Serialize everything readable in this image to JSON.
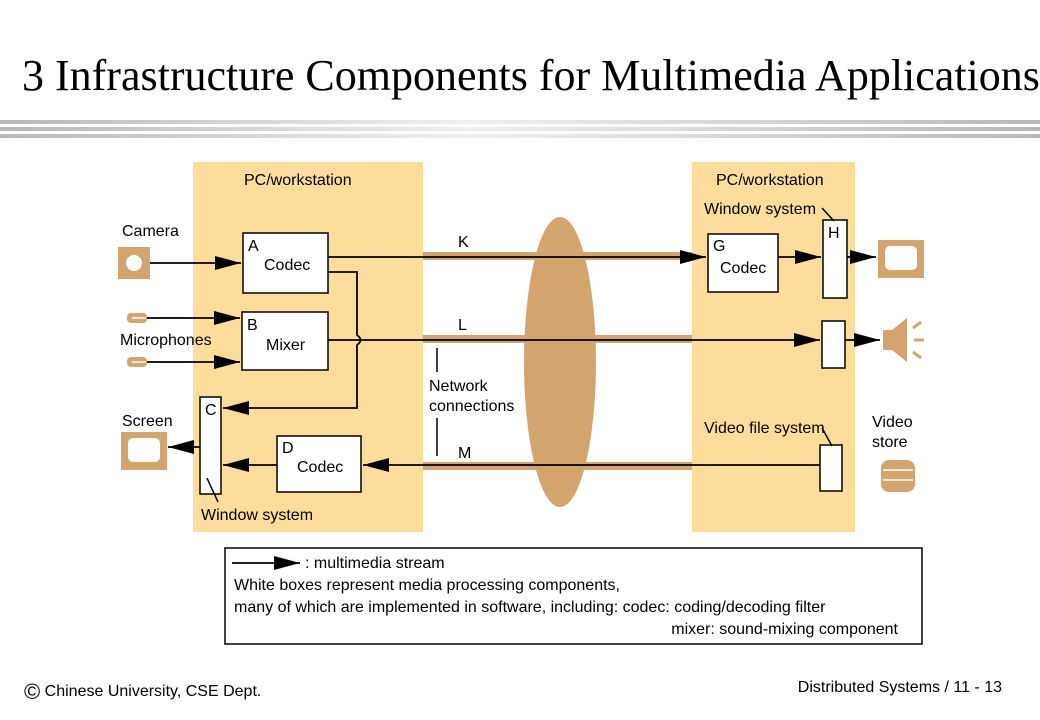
{
  "title": "3  Infrastructure Components for Multimedia Applications",
  "colors": {
    "panel": "#fddc9c",
    "connection": "#d4a46e",
    "stroke": "#000000"
  },
  "diagram": {
    "left_panel_title": "PC/workstation",
    "right_panel_title": "PC/workstation",
    "devices": {
      "camera": "Camera",
      "microphones": "Microphones",
      "screen": "Screen",
      "video_store": "Video\nstore"
    },
    "components": {
      "A": {
        "letter": "A",
        "label": "Codec"
      },
      "B": {
        "letter": "B",
        "label": "Mixer"
      },
      "C": {
        "letter": "C"
      },
      "D": {
        "letter": "D",
        "label": "Codec"
      },
      "G": {
        "letter": "G",
        "label": "Codec"
      },
      "H": {
        "letter": "H"
      }
    },
    "streams": {
      "K": "K",
      "L": "L",
      "M": "M"
    },
    "network_label": "Network\nconnections",
    "window_system_left": "Window system",
    "window_system_right": "Window system",
    "video_file_system": "Video file system"
  },
  "legend": {
    "arrow_text": ": multimedia stream",
    "line1": "White boxes represent media processing components,",
    "line2": "many of which are implemented in software, including: codec: coding/decoding filter",
    "line3": "mixer: sound-mixing component"
  },
  "footer": {
    "copyright_symbol": "©",
    "left": " Chinese University, CSE Dept.",
    "right": "Distributed Systems / 11 - 13"
  }
}
